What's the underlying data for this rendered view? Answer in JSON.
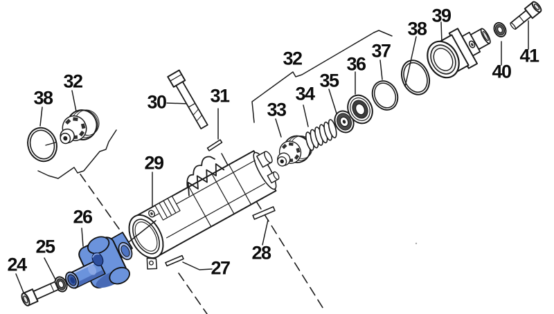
{
  "diagram": {
    "kind": "exploded-parts-diagram",
    "subject": "pump-valve-manifold-assembly",
    "background_color": "#ffffff",
    "line_color": "#1a1a1a",
    "highlight_color": "#6b93dc",
    "highlighted_callout": "26"
  },
  "callouts": [
    {
      "id": "24",
      "text": "24",
      "part": "socket-head-screw"
    },
    {
      "id": "25",
      "text": "25",
      "part": "washer"
    },
    {
      "id": "26",
      "text": "26",
      "part": "port-fitting-highlighted-blue"
    },
    {
      "id": "27",
      "text": "27",
      "part": "dowel-pin"
    },
    {
      "id": "28",
      "text": "28",
      "part": "dowel-pin"
    },
    {
      "id": "29",
      "text": "29",
      "part": "manifold-body"
    },
    {
      "id": "30",
      "text": "30",
      "part": "hex-bolt"
    },
    {
      "id": "31",
      "text": "31",
      "part": "dowel-pin"
    },
    {
      "id": "32-left",
      "text": "32",
      "part": "valve-assembly"
    },
    {
      "id": "32-top",
      "text": "32",
      "part": "valve-assembly-group"
    },
    {
      "id": "33",
      "text": "33",
      "part": "valve-cage"
    },
    {
      "id": "34",
      "text": "34",
      "part": "valve-spring"
    },
    {
      "id": "35",
      "text": "35",
      "part": "valve-poppet"
    },
    {
      "id": "36",
      "text": "36",
      "part": "valve-seat"
    },
    {
      "id": "37",
      "text": "37",
      "part": "o-ring"
    },
    {
      "id": "38-left",
      "text": "38",
      "part": "o-ring"
    },
    {
      "id": "38-right",
      "text": "38",
      "part": "o-ring"
    },
    {
      "id": "39",
      "text": "39",
      "part": "end-cap-fitting"
    },
    {
      "id": "40",
      "text": "40",
      "part": "washer"
    },
    {
      "id": "41",
      "text": "41",
      "part": "socket-head-screw"
    }
  ]
}
